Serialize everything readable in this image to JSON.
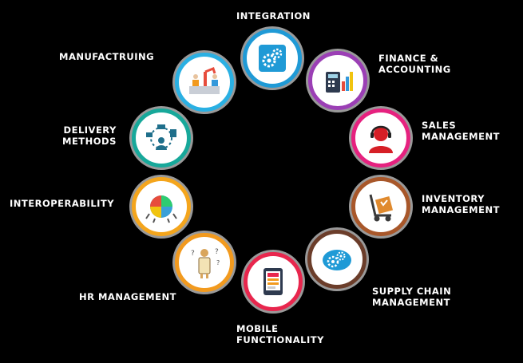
{
  "nodes": [
    {
      "key": "integration",
      "lines": [
        "INTEGRATION"
      ],
      "color": "#1f9ad6",
      "icon": "gears-icon"
    },
    {
      "key": "finance",
      "lines": [
        "FINANCE &",
        "ACCOUNTING"
      ],
      "color": "#9b3fb5",
      "icon": "calculator-chart-icon"
    },
    {
      "key": "sales",
      "lines": [
        "SALES",
        "MANAGEMENT"
      ],
      "color": "#e6217f",
      "icon": "headset-agent-icon"
    },
    {
      "key": "inventory",
      "lines": [
        "INVENTORY",
        "MANAGEMENT"
      ],
      "color": "#a8572a",
      "icon": "hand-truck-box-icon"
    },
    {
      "key": "supply",
      "lines": [
        "SUPPLY CHAIN",
        "MANAGEMENT"
      ],
      "color": "#6b3d2a",
      "icon": "gears-cloud-icon"
    },
    {
      "key": "mobile",
      "lines": [
        "MOBILE",
        "FUNCTIONALITY"
      ],
      "color": "#e8264d",
      "icon": "tablet-icon"
    },
    {
      "key": "hr",
      "lines": [
        "HR MANAGEMENT"
      ],
      "color": "#f29a1e",
      "icon": "person-questions-icon"
    },
    {
      "key": "interop",
      "lines": [
        "INTEROPERABILITY"
      ],
      "color": "#f4a51c",
      "icon": "puzzle-globe-icon"
    },
    {
      "key": "delivery",
      "lines": [
        "DELIVERY",
        "METHODS"
      ],
      "color": "#17a89a",
      "icon": "delivery-network-icon"
    },
    {
      "key": "manufacturing",
      "lines": [
        "MANUFACTRUING"
      ],
      "color": "#2ab0e3",
      "icon": "factory-machine-icon"
    }
  ]
}
